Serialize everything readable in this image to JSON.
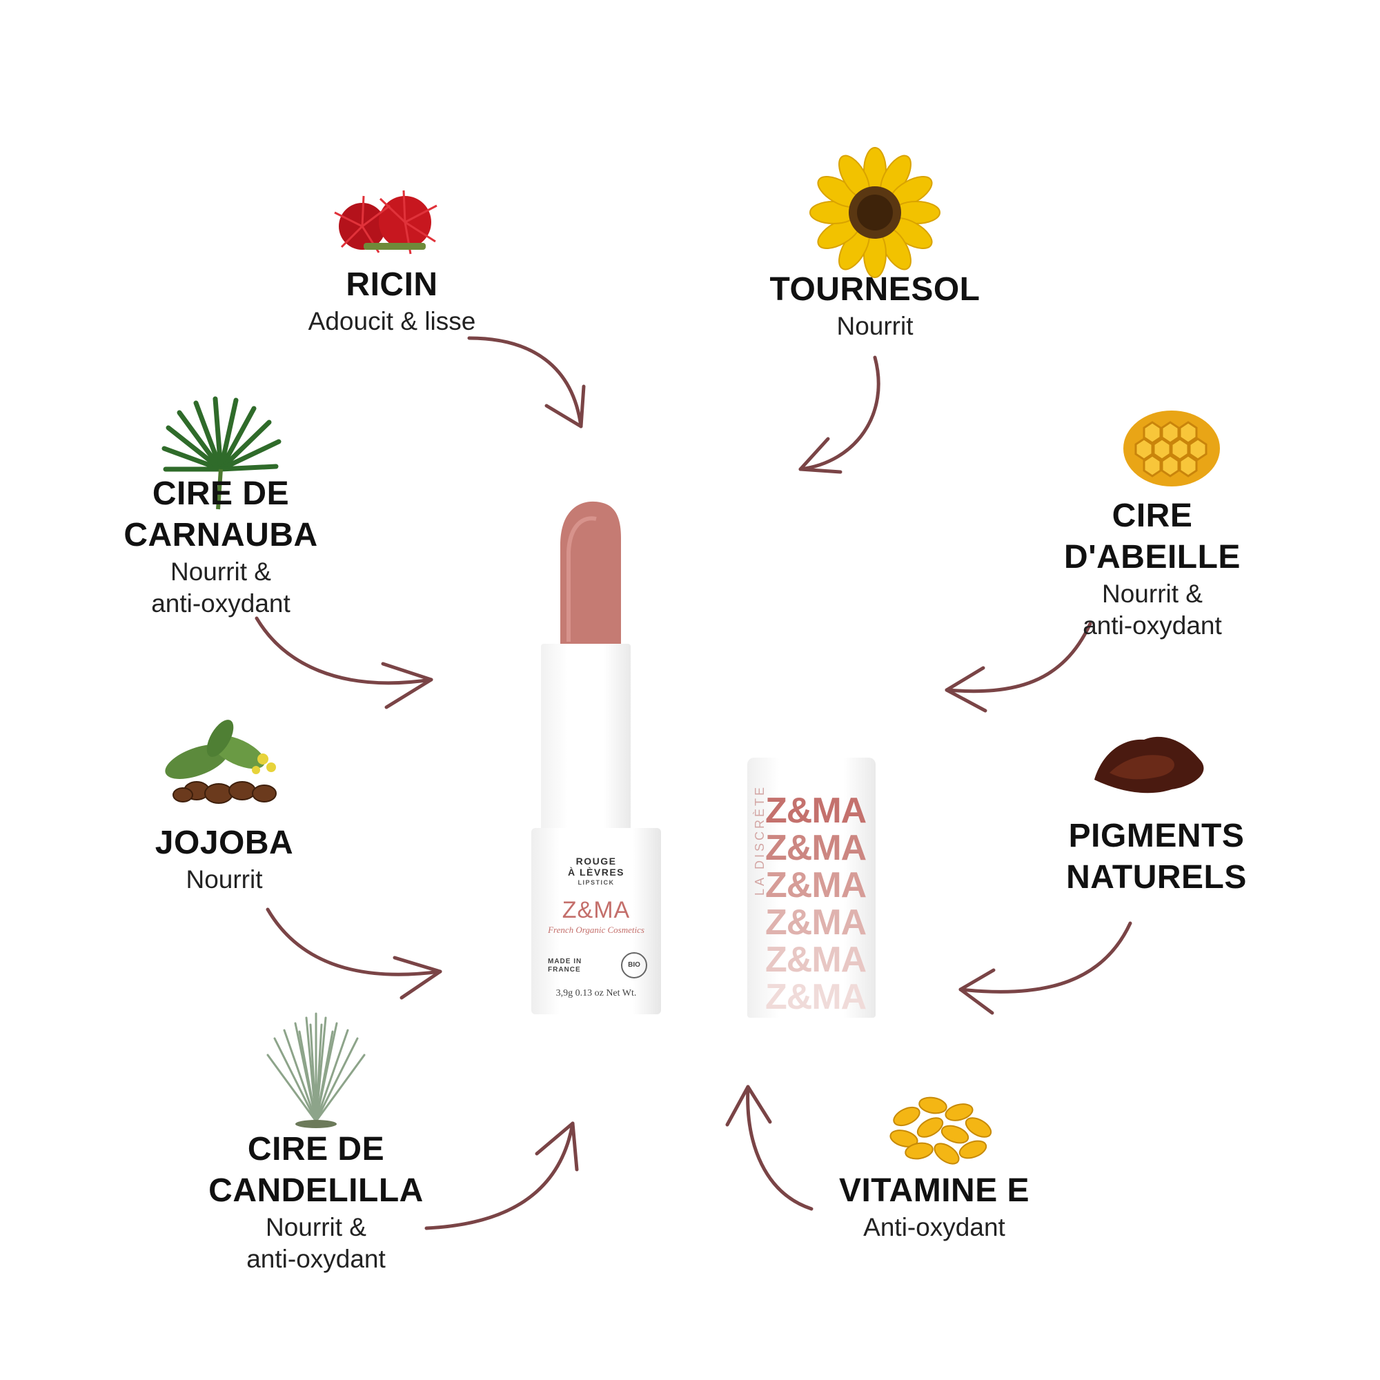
{
  "accent_arrow_color": "#7a4446",
  "ingredients": {
    "ricin": {
      "name": "RICIN",
      "desc": "Adoucit & lisse",
      "icon": "castor-flower-icon"
    },
    "tournesol": {
      "name": "TOURNESOL",
      "desc": "Nourrit",
      "icon": "sunflower-icon"
    },
    "carnauba": {
      "name_1": "CIRE DE",
      "name_2": "CARNAUBA",
      "desc_1": "Nourrit &",
      "desc_2": "anti-oxydant",
      "icon": "palm-leaf-icon"
    },
    "abeille": {
      "name": "CIRE D'ABEILLE",
      "desc_1": "Nourrit &",
      "desc_2": "anti-oxydant",
      "icon": "honeycomb-icon"
    },
    "jojoba": {
      "name": "JOJOBA",
      "desc": "Nourrit",
      "icon": "jojoba-plant-icon"
    },
    "pigments": {
      "name_1": "PIGMENTS",
      "name_2": "NATURELS",
      "icon": "pigment-powder-icon"
    },
    "candelilla": {
      "name_1": "CIRE DE",
      "name_2": "CANDELILLA",
      "desc_1": "Nourrit &",
      "desc_2": "anti-oxydant",
      "icon": "candelilla-plant-icon"
    },
    "vitamine": {
      "name": "VITAMINE E",
      "desc": "Anti-oxydant",
      "icon": "vitamin-capsules-icon"
    }
  },
  "product": {
    "line_1": "ROUGE",
    "line_2": "À LÈVRES",
    "line_3": "LIPSTICK",
    "brand": "Z&MA",
    "tagline": "French Organic Cosmetics",
    "made_1": "MADE IN",
    "made_2": "FRANCE",
    "bio": "BIO",
    "weight": "3,9g 0.13 oz Net Wt.",
    "cap_vertical": "LA DISCRÈTE",
    "cap_brand": "Z&MA",
    "bullet_color": "#c57b73"
  }
}
